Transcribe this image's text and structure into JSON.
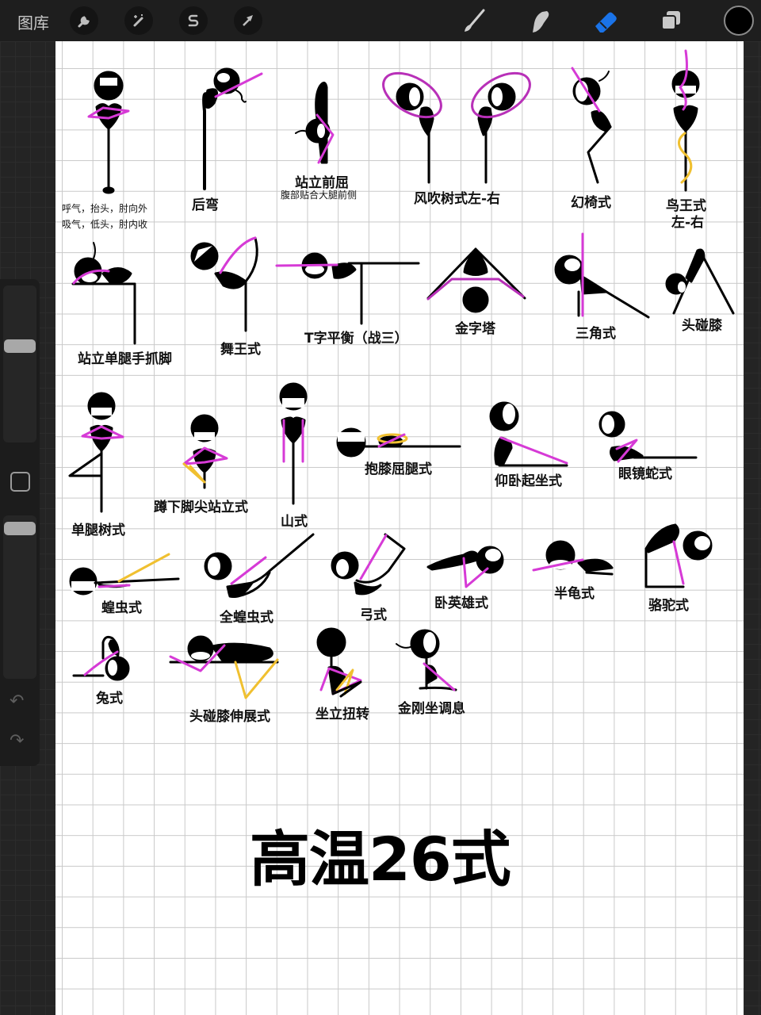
{
  "toolbar": {
    "gallery_label": "图库",
    "left_tools": [
      {
        "name": "actions",
        "icon": "wrench-icon"
      },
      {
        "name": "adjustments",
        "icon": "magic-wand-icon"
      },
      {
        "name": "selection",
        "icon": "selection-s-icon"
      },
      {
        "name": "transform",
        "icon": "arrow-cursor-icon"
      }
    ],
    "right_tools": [
      {
        "name": "brush",
        "icon": "brush-icon"
      },
      {
        "name": "smudge",
        "icon": "smudge-finger-icon"
      },
      {
        "name": "eraser",
        "icon": "eraser-icon",
        "active": true,
        "color": "#1a73e8"
      },
      {
        "name": "layers",
        "icon": "layers-icon"
      }
    ],
    "current_color": "#000000"
  },
  "sidebar": {
    "brush_size_slider": "brush-size",
    "opacity_slider": "opacity",
    "modify_button": "square-icon",
    "undo": "↶",
    "redo": "↷"
  },
  "canvas": {
    "title": "高温26式",
    "accent_colors": {
      "ink": "#000000",
      "magenta": "#d63ad6",
      "yellow": "#f0c030"
    },
    "poses": [
      {
        "id": 1,
        "label": "",
        "note_lines": [
          "呼气，抬头，肘向外",
          "吸气，低头，肘内收"
        ]
      },
      {
        "id": 2,
        "label": "后弯"
      },
      {
        "id": 3,
        "label": "站立前屈",
        "note": "腹部贴合大腿前侧"
      },
      {
        "id": 4,
        "label": "风吹树式左-右"
      },
      {
        "id": 5,
        "label": "幻椅式"
      },
      {
        "id": 6,
        "label": "鸟王式",
        "label2": "左-右"
      },
      {
        "id": 7,
        "label": "站立单腿手抓脚"
      },
      {
        "id": 8,
        "label": "舞王式"
      },
      {
        "id": 9,
        "label": "T字平衡（战三）"
      },
      {
        "id": 10,
        "label": "金字塔"
      },
      {
        "id": 11,
        "label": "三角式"
      },
      {
        "id": 12,
        "label": "头碰膝"
      },
      {
        "id": 13,
        "label": "单腿树式"
      },
      {
        "id": 14,
        "label": "蹲下脚尖站立式"
      },
      {
        "id": 15,
        "label": "山式"
      },
      {
        "id": 16,
        "label": "抱膝屈腿式"
      },
      {
        "id": 17,
        "label": "仰卧起坐式"
      },
      {
        "id": 18,
        "label": "眼镜蛇式"
      },
      {
        "id": 19,
        "label": "蝗虫式"
      },
      {
        "id": 20,
        "label": "全蝗虫式"
      },
      {
        "id": 21,
        "label": "弓式"
      },
      {
        "id": 22,
        "label": "卧英雄式"
      },
      {
        "id": 23,
        "label": "半龟式"
      },
      {
        "id": 24,
        "label": "骆驼式"
      },
      {
        "id": 25,
        "label": "兔式"
      },
      {
        "id": 26,
        "label": "头碰膝伸展式"
      },
      {
        "id": 27,
        "label": "坐立扭转"
      },
      {
        "id": 28,
        "label": "金刚坐调息"
      }
    ]
  }
}
